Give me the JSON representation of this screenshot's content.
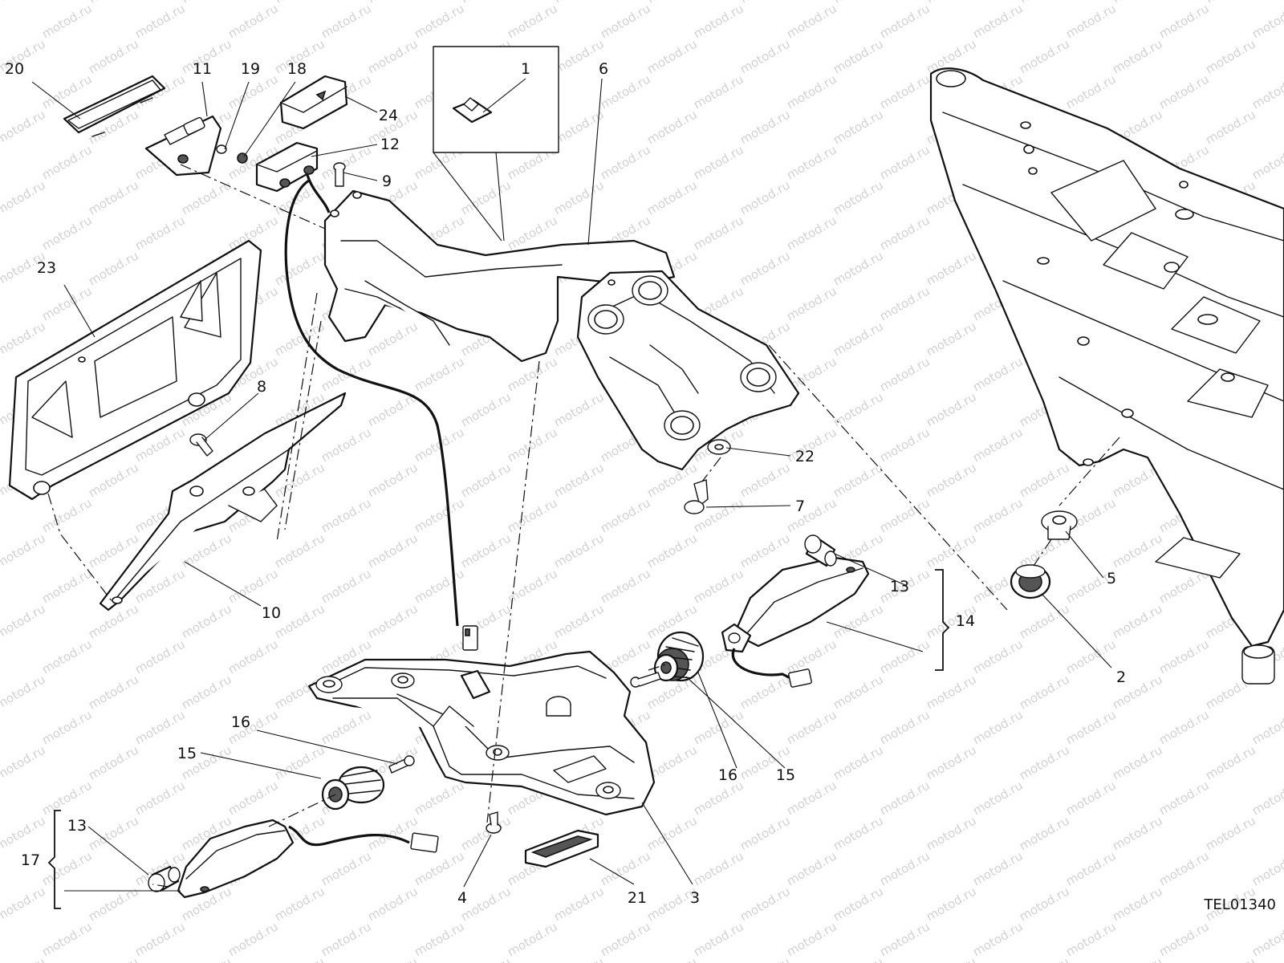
{
  "drawing_code": "TEL01340",
  "watermark_text": "motod.ru",
  "callouts": [
    {
      "id": "c1",
      "label": "1"
    },
    {
      "id": "c2",
      "label": "2"
    },
    {
      "id": "c3",
      "label": "3"
    },
    {
      "id": "c4",
      "label": "4"
    },
    {
      "id": "c5",
      "label": "5"
    },
    {
      "id": "c6",
      "label": "6"
    },
    {
      "id": "c7",
      "label": "7"
    },
    {
      "id": "c8",
      "label": "8"
    },
    {
      "id": "c9",
      "label": "9"
    },
    {
      "id": "c10",
      "label": "10"
    },
    {
      "id": "c11",
      "label": "11"
    },
    {
      "id": "c12",
      "label": "12"
    },
    {
      "id": "c13a",
      "label": "13"
    },
    {
      "id": "c13b",
      "label": "13"
    },
    {
      "id": "c14",
      "label": "14"
    },
    {
      "id": "c15a",
      "label": "15"
    },
    {
      "id": "c15b",
      "label": "15"
    },
    {
      "id": "c16a",
      "label": "16"
    },
    {
      "id": "c16b",
      "label": "16"
    },
    {
      "id": "c17",
      "label": "17"
    },
    {
      "id": "c18",
      "label": "18"
    },
    {
      "id": "c19",
      "label": "19"
    },
    {
      "id": "c20",
      "label": "20"
    },
    {
      "id": "c21",
      "label": "21"
    },
    {
      "id": "c22",
      "label": "22"
    },
    {
      "id": "c23",
      "label": "23"
    },
    {
      "id": "c24",
      "label": "24"
    }
  ]
}
